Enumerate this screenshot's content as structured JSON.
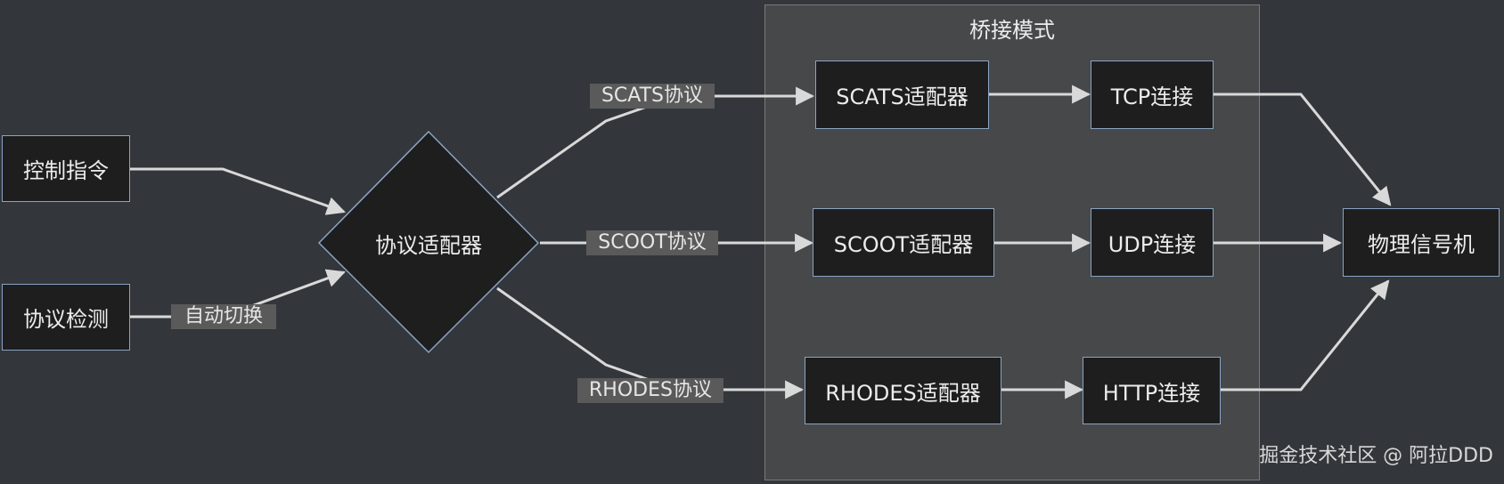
{
  "cluster": {
    "title": "桥接模式"
  },
  "nodes": {
    "control": "控制指令",
    "detect": "协议检测",
    "adapter": "协议适配器",
    "scats_adapter": "SCATS适配器",
    "scoot_adapter": "SCOOT适配器",
    "rhodes_adapter": "RHODES适配器",
    "tcp": "TCP连接",
    "udp": "UDP连接",
    "http": "HTTP连接",
    "machine": "物理信号机"
  },
  "edge_labels": {
    "auto_switch": "自动切换",
    "scats": "SCATS协议",
    "scoot": "SCOOT协议",
    "rhodes": "RHODES协议"
  },
  "watermark": "掘金技术社区 @ 阿拉DDD",
  "colors": {
    "background": "#33363a",
    "cluster_fill": "#474849",
    "node_fill": "#1e1e1f",
    "node_border": "#8aa4c4",
    "edge": "#d9d9d9",
    "label_fill": "#5a5a5a"
  }
}
